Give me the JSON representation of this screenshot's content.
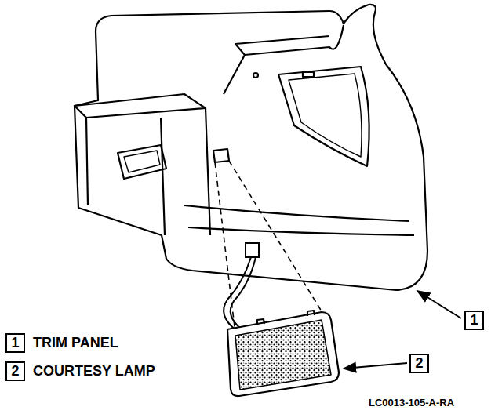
{
  "diagram": {
    "nodes": [
      {
        "text": [
          "1"
        ]
      },
      {
        "text": [
          "1",
          "TRIM PANEL"
        ]
      },
      {
        "text": [
          "2"
        ]
      },
      {
        "text": [
          "2",
          "COURTESY LAMP"
        ]
      }
    ],
    "labels": [
      "LC0013-105-A-RA"
    ]
  }
}
